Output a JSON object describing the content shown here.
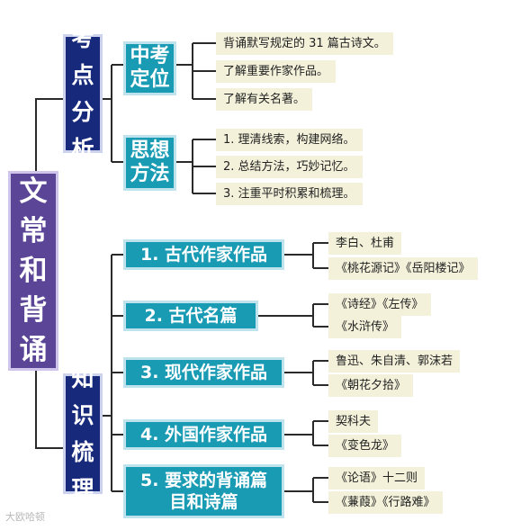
{
  "root": {
    "label": [
      "文",
      "常",
      "和",
      "背",
      "诵"
    ]
  },
  "categories": {
    "analysis": {
      "label": [
        "考点",
        "分析"
      ]
    },
    "knowledge": {
      "label": [
        "知识",
        "梳理"
      ]
    }
  },
  "analysis_groups": [
    {
      "label": [
        "中考",
        "定位"
      ],
      "items": [
        "背诵默写规定的 31 篇古诗文。",
        "了解重要作家作品。",
        "了解有关名著。"
      ]
    },
    {
      "label": [
        "思想",
        "方法"
      ],
      "items": [
        "1. 理清线索，构建网络。",
        "2. 总结方法，巧妙记忆。",
        "3. 注重平时积累和梳理。"
      ]
    }
  ],
  "knowledge_topics": [
    {
      "label": [
        "1. 古代作家作品"
      ],
      "items": [
        "李白、杜甫",
        "《桃花源记》《岳阳楼记》"
      ]
    },
    {
      "label": [
        "2. 古代名篇"
      ],
      "items": [
        "《诗经》《左传》",
        "《水浒传》"
      ]
    },
    {
      "label": [
        "3. 现代作家作品"
      ],
      "items": [
        "鲁迅、朱自清、郭沫若",
        "《朝花夕拾》"
      ]
    },
    {
      "label": [
        "4. 外国作家作品"
      ],
      "items": [
        "契科夫",
        "《变色龙》"
      ]
    },
    {
      "label": [
        "5. 要求的背诵篇",
        "目和诗篇"
      ],
      "items": [
        "《论语》十二则",
        "《蒹葭》《行路难》"
      ]
    }
  ],
  "watermark": "大欧哈顿",
  "colors": {
    "root": "#5b4597",
    "category": "#17297a",
    "sub": "#1a9bb4",
    "leaf_bg": "#f3f1da",
    "line": "#2a2a2a"
  }
}
